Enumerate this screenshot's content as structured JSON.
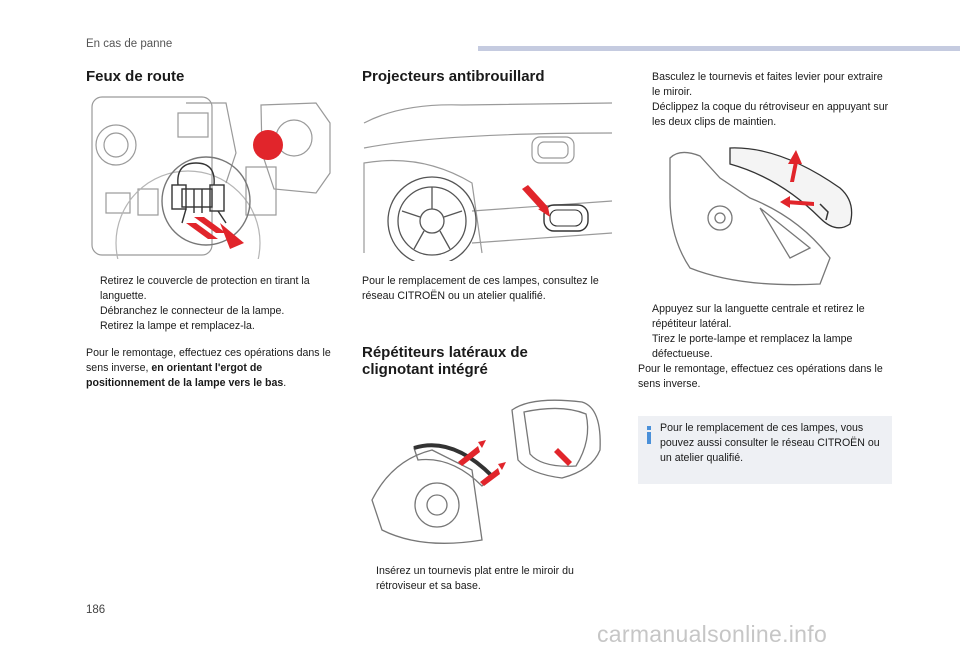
{
  "header": {
    "section": "En cas de panne"
  },
  "page_number": "186",
  "watermark": "carmanualsonline.info",
  "col1": {
    "title": "Feux de route",
    "bullets": [
      "Retirez le couvercle de protection en tirant la languette.",
      "Débranchez le connecteur de la lampe.",
      "Retirez la lampe et remplacez-la."
    ],
    "para_start": "Pour le remontage, effectuez ces opérations dans le sens inverse, ",
    "para_bold": "en orientant l'ergot de positionnement de la lampe vers le bas",
    "para_end": "."
  },
  "col2": {
    "title1": "Projecteurs antibrouillard",
    "para1": "Pour le remplacement de ces lampes, consultez le réseau CITROËN ou un atelier qualifié.",
    "title2": "Répétiteurs latéraux de clignotant intégré",
    "bullet": "Insérez un tournevis plat entre le miroir du rétroviseur et sa base."
  },
  "col3": {
    "bullets_top": [
      "Basculez le tournevis et faites levier pour extraire le miroir.",
      "Déclippez la coque du rétroviseur en appuyant sur les deux clips de maintien."
    ],
    "bullets_mid": [
      "Appuyez sur la languette centrale et retirez le répétiteur latéral.",
      "Tirez le porte-lampe et remplacez la lampe défectueuse."
    ],
    "para": "Pour le remontage, effectuez ces opérations dans le sens inverse.",
    "info": "Pour le remplacement de ces lampes, vous pouvez aussi consulter le réseau CITROËN ou un atelier qualifié."
  },
  "bullet_symbol": "",
  "colors": {
    "accent_red": "#e1252b",
    "header_bar": "#c5cbe0",
    "info_icon": "#4a90d9"
  }
}
